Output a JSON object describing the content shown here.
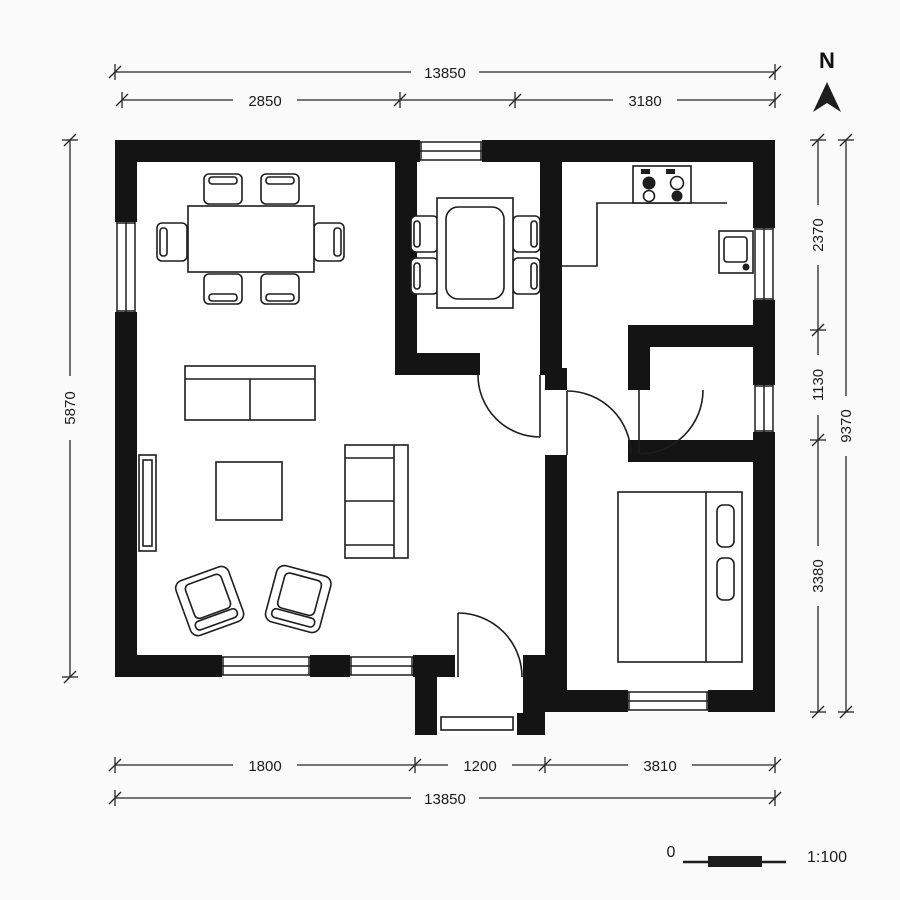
{
  "title": "House floor plan drawing",
  "north_indicator": {
    "label": "N"
  },
  "scale_bar": {
    "origin_label": "0",
    "ratio_label": "1:100"
  },
  "dimensions": {
    "top": {
      "overall": "13850",
      "left_segment": "2850",
      "right_segment": "3180"
    },
    "left": {
      "overall": "5870"
    },
    "right": {
      "upper": "2370",
      "middle": "1130",
      "lower": "3380",
      "overall": "9370"
    },
    "bottom": {
      "left_segment": "1800",
      "middle_segment": "1200",
      "right_segment": "3810",
      "overall": "13850"
    }
  },
  "colors": {
    "wall": "#141414",
    "line": "#1d1d1d",
    "dimension": "#262626",
    "background": "#fafafa",
    "floor": "#ffffff"
  }
}
